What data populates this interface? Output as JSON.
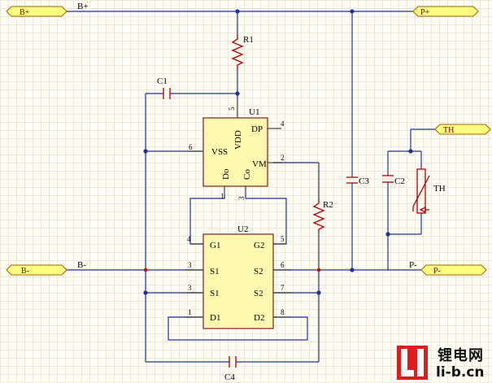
{
  "ports": {
    "b_plus": "B+",
    "p_plus": "P+",
    "b_minus": "B-",
    "p_minus": "P-",
    "th": "TH"
  },
  "net_labels": {
    "b_plus": "B+",
    "p_plus": "P+",
    "b_minus": "B-",
    "p_minus": "P-"
  },
  "components": {
    "r1": "R1",
    "r2": "R2",
    "c1": "C1",
    "c2": "C2",
    "c3": "C3",
    "c4": "C4",
    "th": "TH",
    "u1": "U1",
    "u2": "U2"
  },
  "u1": {
    "vdd": "VDD",
    "dp": "DP",
    "vss": "VSS",
    "vm": "VM",
    "do": "Do",
    "co": "Co",
    "pin5": "5",
    "pin4": "4",
    "pin6": "6",
    "pin2": "2",
    "pin1": "1",
    "pin3": "3"
  },
  "u2": {
    "g1": "G1",
    "g2": "G2",
    "s1a": "S1",
    "s1b": "S1",
    "s2a": "S2",
    "s2b": "S2",
    "d1": "D1",
    "d2": "D2",
    "pin4": "4",
    "pin5": "5",
    "pin3a": "3",
    "pin3b": "3",
    "pin6": "6",
    "pin7": "7",
    "pin1": "1",
    "pin8": "8"
  },
  "watermark": {
    "cn": "锂电网",
    "en": "li-b.cn"
  }
}
